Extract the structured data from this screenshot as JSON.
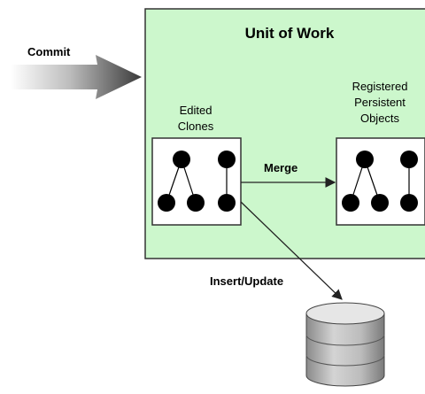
{
  "commit": {
    "label": "Commit"
  },
  "unit_of_work": {
    "title": "Unit of Work"
  },
  "edited_clones": {
    "line1": "Edited",
    "line2": "Clones"
  },
  "registered_objects": {
    "line1": "Registered",
    "line2": "Persistent",
    "line3": "Objects"
  },
  "merge": {
    "label": "Merge"
  },
  "insert_update": {
    "label": "Insert/Update"
  },
  "colors": {
    "panel_fill": "#ccf7cc",
    "panel_stroke": "#333333",
    "node": "#000000",
    "arrow": "#333333"
  }
}
